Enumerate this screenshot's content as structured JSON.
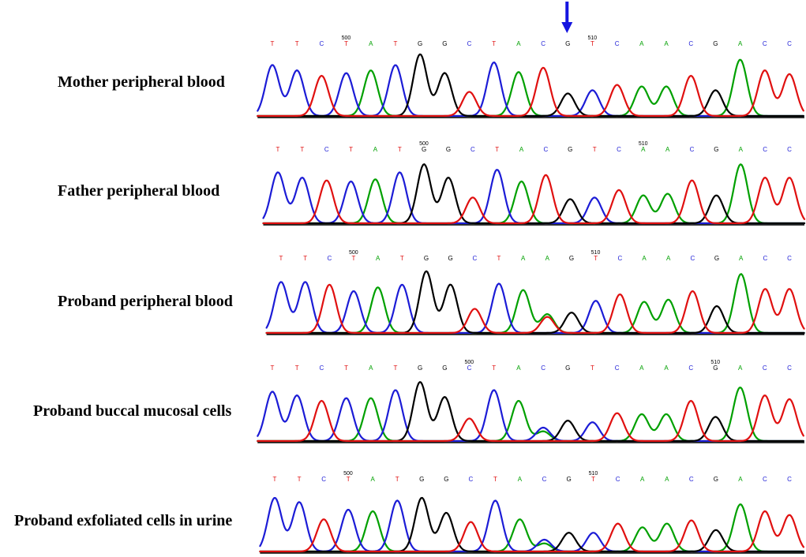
{
  "colors": {
    "A": "#00a000",
    "C": "#1c1cd6",
    "G": "#000000",
    "T": "#e01010",
    "arrow": "#1515e0"
  },
  "chart_data": {
    "type": "chromatogram",
    "title": "",
    "mutation_column": 12,
    "panels": [
      {
        "label": "Mother peripheral blood",
        "sequence": [
          "T",
          "T",
          "C",
          "T",
          "A",
          "T",
          "G",
          "G",
          "C",
          "T",
          "A",
          "C",
          "G",
          "T",
          "C",
          "A",
          "A",
          "C",
          "G",
          "A",
          "C",
          "C"
        ],
        "position_markers": [
          {
            "text": "500",
            "base_index": 3
          },
          {
            "text": "510",
            "base_index": 13
          }
        ],
        "peaks": [
          [
            {
              "b": "C",
              "h": 0.95
            }
          ],
          [
            {
              "b": "C",
              "h": 0.85
            }
          ],
          [
            {
              "b": "T",
              "h": 0.75
            }
          ],
          [
            {
              "b": "C",
              "h": 0.8
            }
          ],
          [
            {
              "b": "A",
              "h": 0.85
            }
          ],
          [
            {
              "b": "C",
              "h": 0.95
            }
          ],
          [
            {
              "b": "G",
              "h": 1.15
            }
          ],
          [
            {
              "b": "G",
              "h": 0.8
            }
          ],
          [
            {
              "b": "T",
              "h": 0.45
            }
          ],
          [
            {
              "b": "C",
              "h": 1.0
            }
          ],
          [
            {
              "b": "A",
              "h": 0.82
            }
          ],
          [
            {
              "b": "T",
              "h": 0.9
            }
          ],
          [
            {
              "b": "G",
              "h": 0.42
            }
          ],
          [
            {
              "b": "C",
              "h": 0.48
            }
          ],
          [
            {
              "b": "T",
              "h": 0.58
            }
          ],
          [
            {
              "b": "A",
              "h": 0.55
            }
          ],
          [
            {
              "b": "A",
              "h": 0.55
            }
          ],
          [
            {
              "b": "T",
              "h": 0.75
            }
          ],
          [
            {
              "b": "G",
              "h": 0.48
            }
          ],
          [
            {
              "b": "A",
              "h": 1.05
            }
          ],
          [
            {
              "b": "T",
              "h": 0.85
            }
          ],
          [
            {
              "b": "T",
              "h": 0.78
            }
          ]
        ]
      },
      {
        "label": "Father peripheral blood",
        "sequence": [
          "T",
          "T",
          "C",
          "T",
          "A",
          "T",
          "G",
          "G",
          "C",
          "T",
          "A",
          "C",
          "G",
          "T",
          "C",
          "A",
          "A",
          "C",
          "G",
          "A",
          "C",
          "C"
        ],
        "position_markers": [
          {
            "text": "500",
            "base_index": 6
          },
          {
            "text": "510",
            "base_index": 15
          }
        ],
        "peaks": [
          [
            {
              "b": "C",
              "h": 0.95
            }
          ],
          [
            {
              "b": "C",
              "h": 0.85
            }
          ],
          [
            {
              "b": "T",
              "h": 0.8
            }
          ],
          [
            {
              "b": "C",
              "h": 0.78
            }
          ],
          [
            {
              "b": "A",
              "h": 0.82
            }
          ],
          [
            {
              "b": "C",
              "h": 0.95
            }
          ],
          [
            {
              "b": "G",
              "h": 1.1
            }
          ],
          [
            {
              "b": "G",
              "h": 0.85
            }
          ],
          [
            {
              "b": "T",
              "h": 0.48
            }
          ],
          [
            {
              "b": "C",
              "h": 1.0
            }
          ],
          [
            {
              "b": "A",
              "h": 0.78
            }
          ],
          [
            {
              "b": "T",
              "h": 0.9
            }
          ],
          [
            {
              "b": "G",
              "h": 0.45
            }
          ],
          [
            {
              "b": "C",
              "h": 0.48
            }
          ],
          [
            {
              "b": "T",
              "h": 0.62
            }
          ],
          [
            {
              "b": "A",
              "h": 0.52
            }
          ],
          [
            {
              "b": "A",
              "h": 0.55
            }
          ],
          [
            {
              "b": "T",
              "h": 0.8
            }
          ],
          [
            {
              "b": "G",
              "h": 0.52
            }
          ],
          [
            {
              "b": "A",
              "h": 1.1
            }
          ],
          [
            {
              "b": "T",
              "h": 0.85
            }
          ],
          [
            {
              "b": "T",
              "h": 0.85
            }
          ]
        ]
      },
      {
        "label": "Proband peripheral blood",
        "sequence": [
          "T",
          "T",
          "C",
          "T",
          "A",
          "T",
          "G",
          "G",
          "C",
          "T",
          "A",
          "A",
          "G",
          "T",
          "C",
          "A",
          "A",
          "C",
          "G",
          "A",
          "C",
          "C"
        ],
        "position_markers": [
          {
            "text": "500",
            "base_index": 3
          },
          {
            "text": "510",
            "base_index": 13
          }
        ],
        "peaks": [
          [
            {
              "b": "C",
              "h": 0.95
            }
          ],
          [
            {
              "b": "C",
              "h": 0.95
            }
          ],
          [
            {
              "b": "T",
              "h": 0.9
            }
          ],
          [
            {
              "b": "C",
              "h": 0.78
            }
          ],
          [
            {
              "b": "A",
              "h": 0.85
            }
          ],
          [
            {
              "b": "C",
              "h": 0.9
            }
          ],
          [
            {
              "b": "G",
              "h": 1.15
            }
          ],
          [
            {
              "b": "G",
              "h": 0.9
            }
          ],
          [
            {
              "b": "T",
              "h": 0.45
            }
          ],
          [
            {
              "b": "C",
              "h": 0.92
            }
          ],
          [
            {
              "b": "A",
              "h": 0.8
            }
          ],
          [
            {
              "b": "A",
              "h": 0.35
            },
            {
              "b": "T",
              "h": 0.3
            }
          ],
          [
            {
              "b": "G",
              "h": 0.38
            }
          ],
          [
            {
              "b": "C",
              "h": 0.6
            }
          ],
          [
            {
              "b": "T",
              "h": 0.72
            }
          ],
          [
            {
              "b": "A",
              "h": 0.58
            }
          ],
          [
            {
              "b": "A",
              "h": 0.62
            }
          ],
          [
            {
              "b": "T",
              "h": 0.78
            }
          ],
          [
            {
              "b": "G",
              "h": 0.5
            }
          ],
          [
            {
              "b": "A",
              "h": 1.1
            }
          ],
          [
            {
              "b": "T",
              "h": 0.82
            }
          ],
          [
            {
              "b": "T",
              "h": 0.82
            }
          ]
        ]
      },
      {
        "label": "Proband buccal mucosal cells",
        "sequence": [
          "T",
          "T",
          "C",
          "T",
          "A",
          "T",
          "G",
          "G",
          "C",
          "T",
          "A",
          "C",
          "G",
          "T",
          "C",
          "A",
          "A",
          "C",
          "G",
          "A",
          "C",
          "C"
        ],
        "position_markers": [
          {
            "text": "500",
            "base_index": 8
          },
          {
            "text": "510",
            "base_index": 18
          }
        ],
        "peaks": [
          [
            {
              "b": "C",
              "h": 0.92
            }
          ],
          [
            {
              "b": "C",
              "h": 0.85
            }
          ],
          [
            {
              "b": "T",
              "h": 0.75
            }
          ],
          [
            {
              "b": "C",
              "h": 0.8
            }
          ],
          [
            {
              "b": "A",
              "h": 0.8
            }
          ],
          [
            {
              "b": "C",
              "h": 0.95
            }
          ],
          [
            {
              "b": "G",
              "h": 1.1
            }
          ],
          [
            {
              "b": "G",
              "h": 0.82
            }
          ],
          [
            {
              "b": "T",
              "h": 0.42
            }
          ],
          [
            {
              "b": "C",
              "h": 0.95
            }
          ],
          [
            {
              "b": "A",
              "h": 0.75
            }
          ],
          [
            {
              "b": "C",
              "h": 0.25
            },
            {
              "b": "A",
              "h": 0.18
            }
          ],
          [
            {
              "b": "G",
              "h": 0.38
            }
          ],
          [
            {
              "b": "C",
              "h": 0.35
            }
          ],
          [
            {
              "b": "T",
              "h": 0.52
            }
          ],
          [
            {
              "b": "A",
              "h": 0.5
            }
          ],
          [
            {
              "b": "A",
              "h": 0.5
            }
          ],
          [
            {
              "b": "T",
              "h": 0.75
            }
          ],
          [
            {
              "b": "G",
              "h": 0.45
            }
          ],
          [
            {
              "b": "A",
              "h": 1.0
            }
          ],
          [
            {
              "b": "T",
              "h": 0.85
            }
          ],
          [
            {
              "b": "T",
              "h": 0.78
            }
          ]
        ]
      },
      {
        "label": "Proband exfoliated cells in urine",
        "sequence": [
          "T",
          "T",
          "C",
          "T",
          "A",
          "T",
          "G",
          "G",
          "C",
          "T",
          "A",
          "C",
          "G",
          "T",
          "C",
          "A",
          "A",
          "C",
          "G",
          "A",
          "C",
          "C"
        ],
        "position_markers": [
          {
            "text": "500",
            "base_index": 3
          },
          {
            "text": "510",
            "base_index": 13
          }
        ],
        "peaks": [
          [
            {
              "b": "C",
              "h": 1.0
            }
          ],
          [
            {
              "b": "C",
              "h": 0.92
            }
          ],
          [
            {
              "b": "T",
              "h": 0.6
            }
          ],
          [
            {
              "b": "C",
              "h": 0.78
            }
          ],
          [
            {
              "b": "A",
              "h": 0.75
            }
          ],
          [
            {
              "b": "C",
              "h": 0.95
            }
          ],
          [
            {
              "b": "G",
              "h": 1.0
            }
          ],
          [
            {
              "b": "G",
              "h": 0.72
            }
          ],
          [
            {
              "b": "T",
              "h": 0.55
            }
          ],
          [
            {
              "b": "C",
              "h": 0.95
            }
          ],
          [
            {
              "b": "A",
              "h": 0.6
            }
          ],
          [
            {
              "b": "C",
              "h": 0.22
            },
            {
              "b": "A",
              "h": 0.15
            }
          ],
          [
            {
              "b": "G",
              "h": 0.35
            }
          ],
          [
            {
              "b": "C",
              "h": 0.35
            }
          ],
          [
            {
              "b": "T",
              "h": 0.52
            }
          ],
          [
            {
              "b": "A",
              "h": 0.45
            }
          ],
          [
            {
              "b": "A",
              "h": 0.52
            }
          ],
          [
            {
              "b": "T",
              "h": 0.58
            }
          ],
          [
            {
              "b": "G",
              "h": 0.4
            }
          ],
          [
            {
              "b": "A",
              "h": 0.88
            }
          ],
          [
            {
              "b": "T",
              "h": 0.75
            }
          ],
          [
            {
              "b": "T",
              "h": 0.68
            }
          ]
        ]
      }
    ]
  }
}
